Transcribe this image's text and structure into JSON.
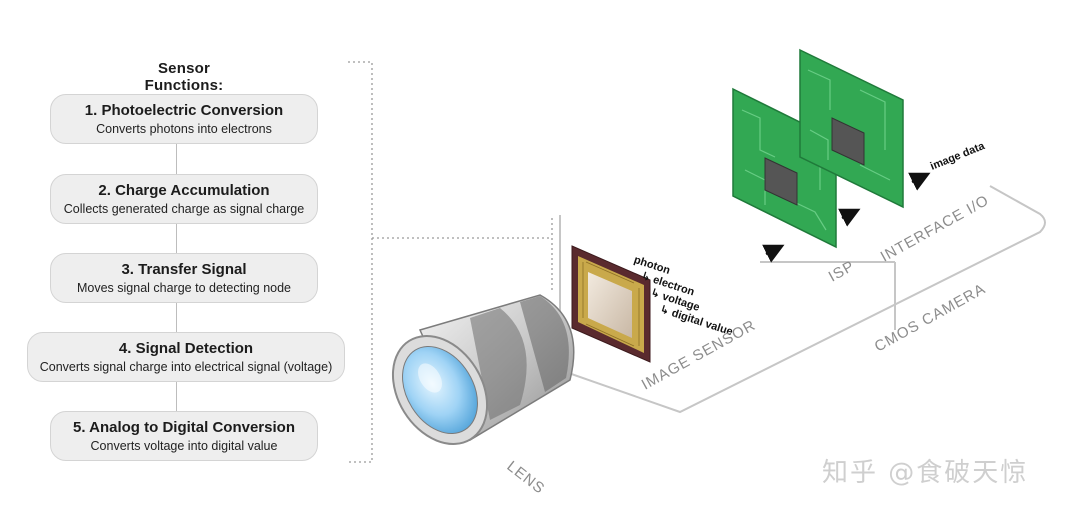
{
  "sensor_functions": {
    "title": "Sensor Functions:",
    "steps": [
      {
        "title": "1. Photoelectric Conversion",
        "desc": "Converts photons into electrons"
      },
      {
        "title": "2. Charge Accumulation",
        "desc": "Collects generated charge as signal charge"
      },
      {
        "title": "3. Transfer Signal",
        "desc": "Moves signal charge to detecting node"
      },
      {
        "title": "4. Signal Detection",
        "desc": "Converts signal charge into electrical signal (voltage)"
      },
      {
        "title": "5. Analog to Digital Conversion",
        "desc": "Converts voltage into digital value"
      }
    ]
  },
  "diagram": {
    "signal_chain": {
      "photon": "photon",
      "electron": "↳ electron",
      "voltage": "↳ voltage",
      "digital_value": "↳ digital value"
    },
    "image_data": "image data",
    "labels": {
      "lens": "LENS",
      "image_sensor": "IMAGE SENSOR",
      "isp": "ISP",
      "interface": "INTERFACE I/O",
      "camera": "CMOS CAMERA"
    }
  },
  "watermark": "知乎 @食破天惊",
  "colors": {
    "box_fill": "#eeeeee",
    "pcb_green": "#2fa84f",
    "sensor_frame": "#5a2a2e",
    "outline_gray": "#c6c6c6"
  }
}
